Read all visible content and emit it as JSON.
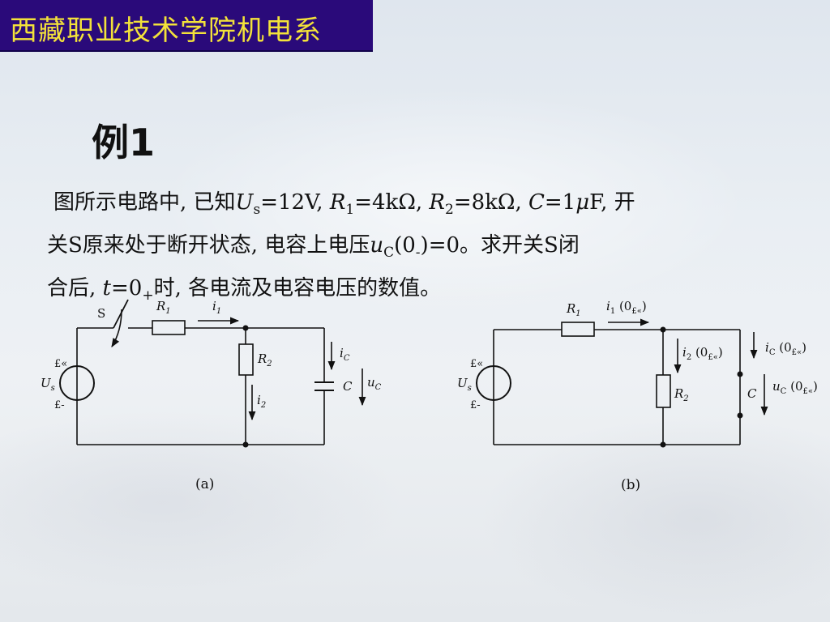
{
  "header": {
    "title": "西藏职业技术学院机电系"
  },
  "example": {
    "title": "例1"
  },
  "problem": {
    "line1": {
      "t1": "图所示电路中, 已知",
      "Us": "U",
      "s_sub": "s",
      "t2": "=12V, ",
      "R1": "R",
      "r1_sub": "1",
      "t3": "=4kΩ, ",
      "R2": "R",
      "r2_sub": "2",
      "t4": "=8kΩ, ",
      "C": "C",
      "t5": "=1",
      "mu": "μ",
      "t6": "F, 开"
    },
    "line2": {
      "t1": "关S原来处于断开状态, 电容上电压",
      "u": "u",
      "c_sub": "C",
      "t2": "(0",
      "minus_sub": "-",
      "t3": ")=0。求开关S闭"
    },
    "line3": {
      "t1": "合后, ",
      "t": "t",
      "t2": "=0",
      "plus_sub": "+",
      "t3": "时, 各电流及电容电压的数值。"
    }
  },
  "diagram_a": {
    "caption": "(a)",
    "switch_label": "S",
    "R1": "R",
    "R1_sub": "1",
    "i1": "i",
    "i1_sub": "1",
    "R2": "R",
    "R2_sub": "2",
    "i2": "i",
    "i2_sub": "2",
    "iC": "i",
    "iC_sub": "C",
    "C": "C",
    "uC": "u",
    "uC_sub": "C",
    "Us": "U",
    "Us_sub": "s",
    "plus_mark": "£«",
    "minus_mark": "£-"
  },
  "diagram_b": {
    "caption": "(b)",
    "R1": "R",
    "R1_sub": "1",
    "i1": "i",
    "i1_sub": "1",
    "i1_arg": " (0",
    "i1_arg_sub": "£«",
    "i1_close": ")",
    "i2": "i",
    "i2_sub": "2",
    "i2_arg": " (0",
    "i2_arg_sub": "£«",
    "i2_close": ")",
    "R2": "R",
    "R2_sub": "2",
    "iC": "i",
    "iC_sub": "C",
    "iC_arg": " (0",
    "iC_arg_sub": "£«",
    "iC_close": ")",
    "C": "C",
    "uC": "u",
    "uC_sub": "C",
    "uC_arg": " (0",
    "uC_arg_sub": "£«",
    "uC_close": ")",
    "Us": "U",
    "Us_sub": "s",
    "plus_mark": "£«",
    "minus_mark": "£-"
  }
}
